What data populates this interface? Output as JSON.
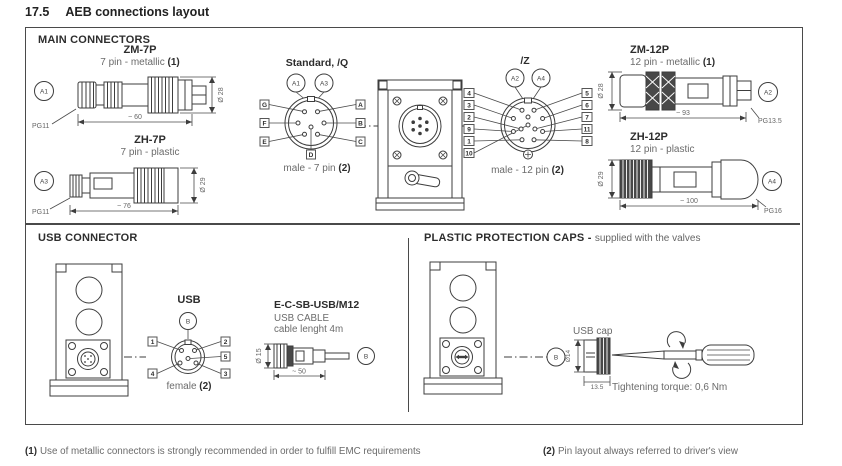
{
  "page": {
    "title_num": "17.5",
    "title_text": "AEB connections layout"
  },
  "sections": {
    "main": "MAIN CONNECTORS",
    "usb": "USB CONNECTOR",
    "caps_bold": "PLASTIC PROTECTION CAPS -",
    "caps_rest": "supplied with the valves"
  },
  "footnotes": {
    "f1m": "(1)",
    "f1": "Use of metallic connectors is strongly recommended in order to fulfill EMC requirements",
    "f2m": "(2)",
    "f2": "Pin layout always referred to driver's view"
  },
  "zm7p": {
    "name": "ZM-7P",
    "desc": "7 pin - metallic",
    "note": "(1)",
    "ref": "A1",
    "gland": "PG11",
    "len": "~ 60",
    "dia": "Ø 28"
  },
  "zh7p": {
    "name": "ZH-7P",
    "desc": "7 pin - plastic",
    "ref": "A3",
    "gland": "PG11",
    "len": "~ 76",
    "dia": "Ø 29"
  },
  "zm12p": {
    "name": "ZM-12P",
    "desc": "12 pin - metallic",
    "note": "(1)",
    "ref": "A2",
    "gland": "PG13.5",
    "len": "~ 93",
    "dia": "Ø 28"
  },
  "zh12p": {
    "name": "ZH-12P",
    "desc": "12 pin - plastic",
    "ref": "A4",
    "gland": "PG16",
    "len": "~ 100",
    "dia": "Ø 29"
  },
  "std_q": {
    "title": "Standard, /Q",
    "ref1": "A1",
    "ref2": "A3",
    "left": [
      "G",
      "F",
      "E"
    ],
    "right": [
      "A",
      "B",
      "C"
    ],
    "bottom": "D",
    "caption": "male - 7 pin",
    "note": "(2)"
  },
  "z12": {
    "title": "/Z",
    "ref1": "A2",
    "ref2": "A4",
    "left": [
      "4",
      "3",
      "2",
      "9",
      "1",
      "10"
    ],
    "right": [
      "5",
      "6",
      "7",
      "11",
      "8"
    ],
    "caption": "male - 12 pin",
    "note": "(2)"
  },
  "usb": {
    "title": "USB",
    "ref": "B",
    "left": [
      "1",
      "4"
    ],
    "right": [
      "2",
      "5",
      "3"
    ],
    "caption": "female",
    "note": "(2)"
  },
  "cable": {
    "name": "E-C-SB-USB/M12",
    "line1": "USB CABLE",
    "line2": "cable lenght 4m",
    "dia": "Ø 15",
    "len": "~ 50",
    "ref": "B"
  },
  "cap": {
    "label": "USB cap",
    "ref": "B",
    "dia": "Ø14",
    "width": "13.5",
    "torque": "Tightening torque: 0,6 Nm"
  }
}
